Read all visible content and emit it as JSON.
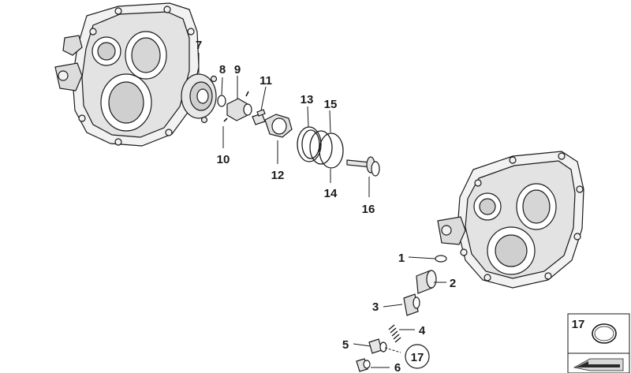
{
  "callouts": [
    {
      "id": "c1",
      "text": "1"
    },
    {
      "id": "c2",
      "text": "2"
    },
    {
      "id": "c3",
      "text": "3"
    },
    {
      "id": "c4",
      "text": "4"
    },
    {
      "id": "c5",
      "text": "5"
    },
    {
      "id": "c6",
      "text": "6"
    },
    {
      "id": "c7",
      "text": "7"
    },
    {
      "id": "c8",
      "text": "8"
    },
    {
      "id": "c9",
      "text": "9"
    },
    {
      "id": "c10",
      "text": "10"
    },
    {
      "id": "c11",
      "text": "11"
    },
    {
      "id": "c12",
      "text": "12"
    },
    {
      "id": "c13",
      "text": "13"
    },
    {
      "id": "c14",
      "text": "14"
    },
    {
      "id": "c15",
      "text": "15"
    },
    {
      "id": "c16",
      "text": "16"
    },
    {
      "id": "c17",
      "text": "17"
    }
  ],
  "legend": {
    "label": "17"
  },
  "colors": {
    "line": "#1a1a1a",
    "part_fill": "#f2f2f2",
    "part_shade": "#bdbdbd",
    "background": "#ffffff"
  }
}
